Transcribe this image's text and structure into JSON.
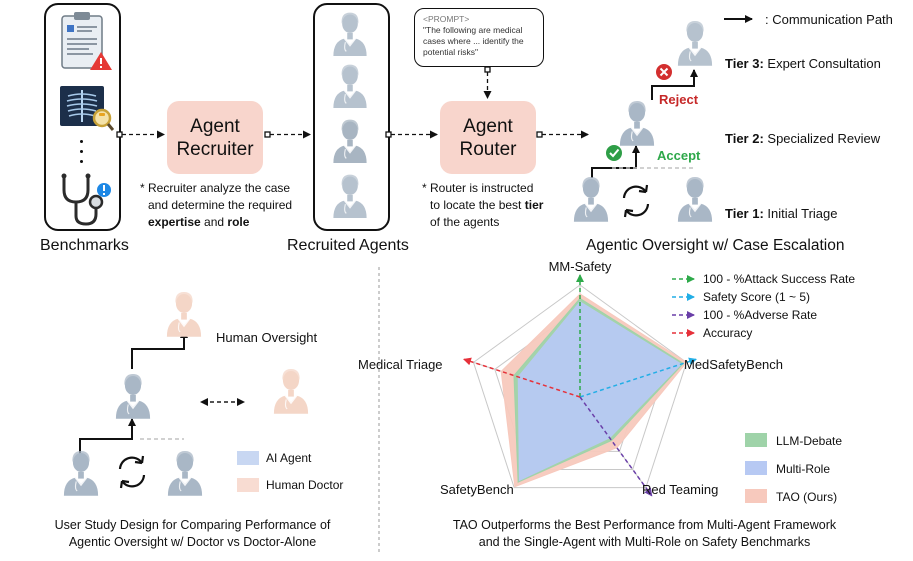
{
  "top": {
    "benchmarks_label": "Benchmarks",
    "agent_recruiter": [
      "Agent",
      "Recruiter"
    ],
    "recruiter_note": {
      "line1": "* Recruiter analyze the case",
      "line2": "and determine the required",
      "bold1": "expertise",
      "and": " and ",
      "bold2": "role"
    },
    "recruited_agents_label": "Recruited Agents",
    "prompt": {
      "tag": "<PROMPT>",
      "text": "\"The following are medical cases where ... identify the potential risks\""
    },
    "agent_router": [
      "Agent",
      "Router"
    ],
    "router_note": {
      "line1": "* Router is instructed",
      "line2a": "to locate the best ",
      "bold": "tier",
      "line3": "of the agents"
    },
    "legend_comm": ": Communication Path",
    "reject_label": "Reject",
    "accept_label": "Accept",
    "tiers": [
      {
        "key": "Tier 3:",
        "name": "Expert Consultation"
      },
      {
        "key": "Tier 2:",
        "name": "Specialized Review"
      },
      {
        "key": "Tier 1:",
        "name": "Initial Triage"
      }
    ],
    "oversight_label": "Agentic Oversight w/ Case Escalation"
  },
  "bottom_left": {
    "human_oversight": "Human Oversight",
    "legend": [
      {
        "label": "AI Agent",
        "color": "#c8d7f2"
      },
      {
        "label": "Human Doctor",
        "color": "#f8dcd2"
      }
    ],
    "caption": [
      "User Study Design for Comparing Performance of",
      "Agentic Oversight w/ Doctor vs Doctor-Alone"
    ]
  },
  "chart_data": {
    "type": "radar",
    "axes": [
      "MM-Safety",
      "MedSafetyBench",
      "Red Teaming",
      "SafetyBench",
      "Medical Triage"
    ],
    "metric_legend": [
      {
        "label": "100 - %Attack Success Rate",
        "color": "#2eaa4a",
        "axis": "MM-Safety"
      },
      {
        "label": "Safety Score (1 ~ 5)",
        "color": "#22aee6",
        "axis": "MedSafetyBench"
      },
      {
        "label": "100 - %Adverse Rate",
        "color": "#6a3fa8",
        "axis": "Red Teaming"
      },
      {
        "label": "Accuracy",
        "color": "#e6313a",
        "axis": "Medical Triage"
      }
    ],
    "series": [
      {
        "name": "TAO (Ours)",
        "color": "#f7c9bd",
        "values": [
          0.92,
          1.0,
          0.56,
          0.99,
          0.74
        ]
      },
      {
        "name": "LLM-Debate",
        "color": "#9fd3a9",
        "values": [
          0.88,
          0.97,
          0.48,
          0.94,
          0.62
        ]
      },
      {
        "name": "Multi-Role",
        "color": "#b7c9f3",
        "values": [
          0.85,
          0.95,
          0.45,
          0.92,
          0.58
        ]
      }
    ],
    "series_legend": [
      "LLM-Debate",
      "Multi-Role",
      "TAO (Ours)"
    ],
    "caption": [
      "TAO Outperforms the Best Performance from Multi-Agent Framework",
      "and the Single-Agent with Multi-Role on Safety Benchmarks"
    ]
  },
  "colors": {
    "pink_box": "#f8d5cc",
    "reject": "#c62828",
    "accept": "#2ea84a",
    "grid": "#c8c8c8"
  }
}
